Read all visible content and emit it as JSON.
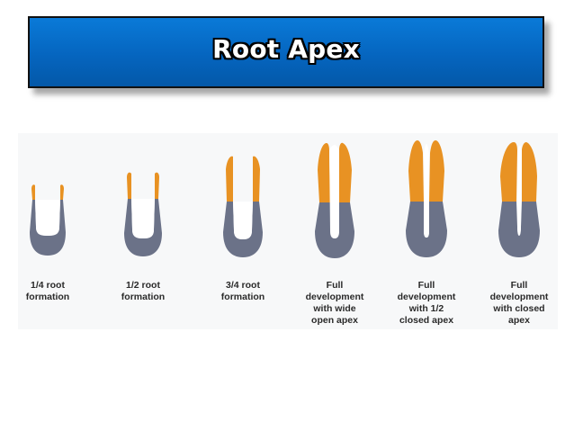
{
  "slide": {
    "title": "Root Apex"
  },
  "colors": {
    "banner_blue": "#0565bf",
    "crown_gray": "#6b7288",
    "root_orange": "#e89223"
  },
  "stages": [
    {
      "label": "1/4 root\nformation",
      "root_fraction": 0.25
    },
    {
      "label": "1/2 root\nformation",
      "root_fraction": 0.5
    },
    {
      "label": "3/4 root\nformation",
      "root_fraction": 0.75
    },
    {
      "label": "Full\ndevelopment\nwith wide\nopen apex",
      "root_fraction": 1.0
    },
    {
      "label": "Full\ndevelopment\nwith 1/2\nclosed apex",
      "root_fraction": 1.0
    },
    {
      "label": "Full\ndevelopment\nwith closed\napex",
      "root_fraction": 1.0
    }
  ]
}
